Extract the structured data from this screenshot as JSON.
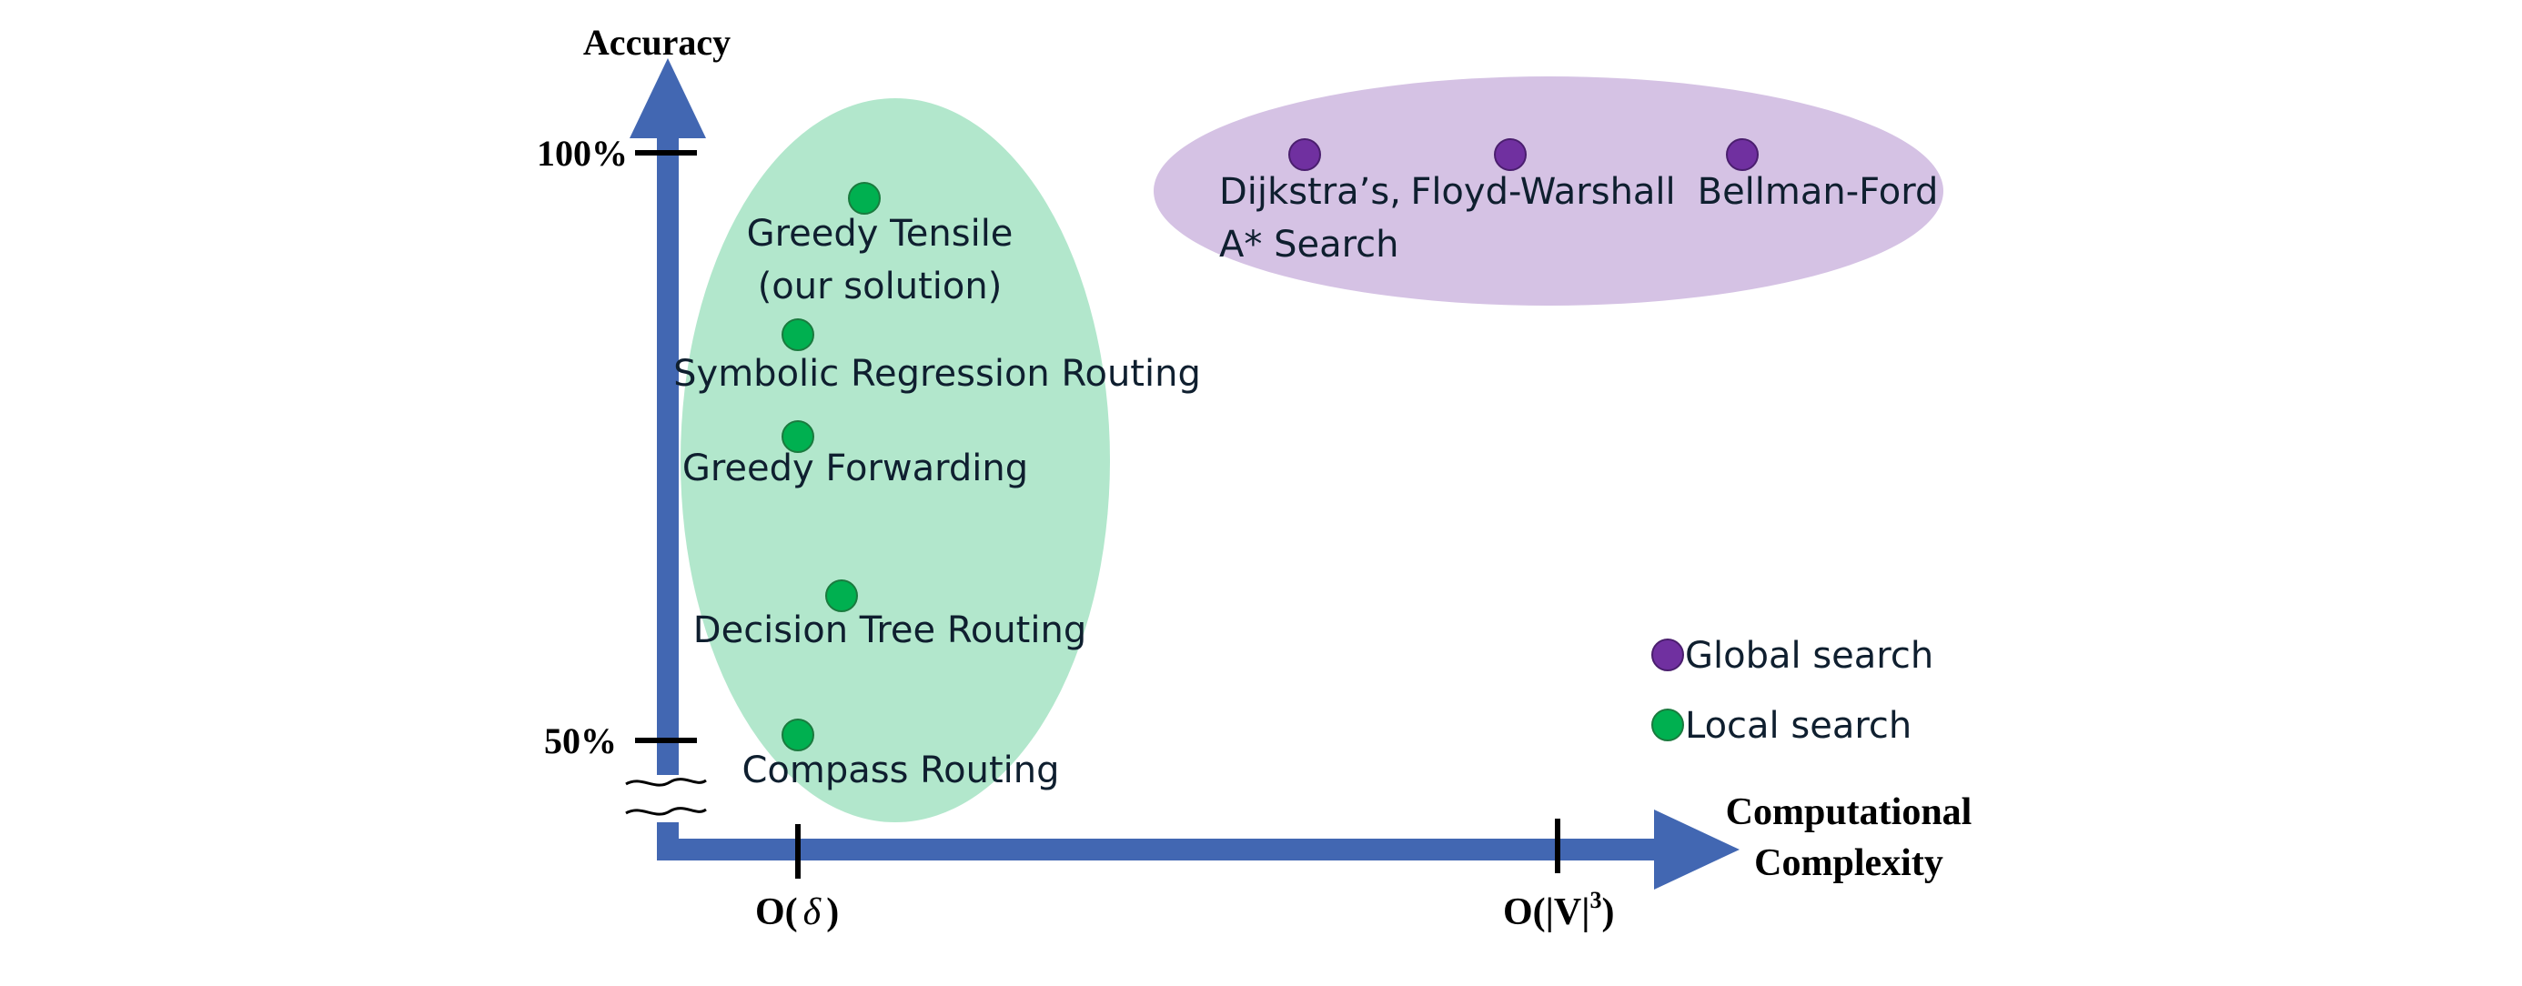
{
  "axes": {
    "y_title": "Accuracy",
    "y_ticks": [
      "100%",
      "50%"
    ],
    "x_title_line1": "Computational",
    "x_title_line2": "Complexity",
    "x_tick_left": "O(",
    "x_tick_left_sym": "δ",
    "x_tick_left_close": ")",
    "x_tick_right": "O(|V|",
    "x_tick_right_sup": "3",
    "x_tick_right_close": ")"
  },
  "local_group": {
    "color": "#B2E7CC",
    "dot_color": "#00B050",
    "items": [
      {
        "line1": "Greedy Tensile",
        "line2": "(our solution)"
      },
      {
        "line1": "Symbolic Regression Routing"
      },
      {
        "line1": "Greedy Forwarding"
      },
      {
        "line1": "Decision Tree Routing"
      },
      {
        "line1": "Compass Routing"
      }
    ]
  },
  "global_group": {
    "color": "#D5C2E4",
    "dot_color": "#7030A0",
    "labels": {
      "dijkstra_line1": "Dijkstra’s,",
      "dijkstra_line2": "A* Search",
      "floyd": "Floyd-Warshall",
      "bellman": "Bellman-Ford"
    }
  },
  "legend": {
    "global": "Global search",
    "local": "Local search"
  },
  "colors": {
    "axis": "#4267B2",
    "text": "#0F1F2F",
    "tick": "#000000"
  }
}
